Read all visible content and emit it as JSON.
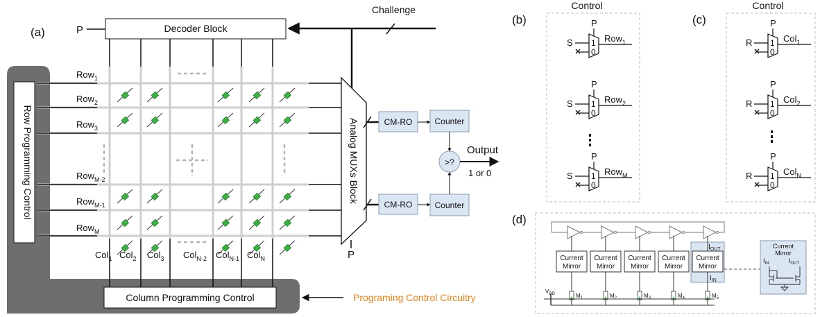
{
  "colors": {
    "accent": "#e8821a",
    "block_fill": "#dbe6f3",
    "control_band": "#6e6e6e",
    "cell_device": "#3cb043"
  },
  "panel_a": {
    "label": "(a)",
    "p_top": "P",
    "p_bottom": "P",
    "decoder": "Decoder Block",
    "challenge": "Challenge",
    "row_prog": "Row Programming Control",
    "col_prog": "Column Programming Control",
    "prog_circuitry": "Programing Control Circuitry",
    "mux": "Analog MUXs Block",
    "cmro_top": "CM-RO",
    "cmro_bottom": "CM-RO",
    "counter_top": "Counter",
    "counter_bottom": "Counter",
    "compare": ">?",
    "output": "Output",
    "output_value": "1 or 0",
    "rows": [
      {
        "base": "Row",
        "sub": "1"
      },
      {
        "base": "Row",
        "sub": "2"
      },
      {
        "base": "Row",
        "sub": "3"
      },
      {
        "base": "Row",
        "sub": "M-2"
      },
      {
        "base": "Row",
        "sub": "M-1"
      },
      {
        "base": "Row",
        "sub": "M"
      }
    ],
    "cols": [
      {
        "base": "Col",
        "sub": "1"
      },
      {
        "base": "Col",
        "sub": "2"
      },
      {
        "base": "Col",
        "sub": "3"
      },
      {
        "base": "Col",
        "sub": "N-2"
      },
      {
        "base": "Col",
        "sub": "N-1"
      },
      {
        "base": "Col",
        "sub": "N"
      }
    ]
  },
  "panel_b": {
    "label": "(b)",
    "control": "Control",
    "p": "P",
    "input": "S",
    "one": "1",
    "zero": "0",
    "outputs": [
      {
        "base": "Row",
        "sub": "1"
      },
      {
        "base": "Row",
        "sub": "2"
      },
      {
        "base": "Row",
        "sub": "M"
      }
    ]
  },
  "panel_c": {
    "label": "(c)",
    "control": "Control",
    "p": "P",
    "input": "R",
    "one": "1",
    "zero": "0",
    "outputs": [
      {
        "base": "Col",
        "sub": "1"
      },
      {
        "base": "Col",
        "sub": "2"
      },
      {
        "base": "Col",
        "sub": "N"
      }
    ]
  },
  "panel_d": {
    "label": "(d)",
    "mirror_line1": "Current",
    "mirror_line2": "Mirror",
    "vdd_base": "V",
    "vdd_sub": "DD",
    "iout_base": "I",
    "iout_sub": "OUT",
    "iin_base": "I",
    "iin_sub": "IN",
    "transistors": [
      {
        "base": "M",
        "sub": "1"
      },
      {
        "base": "M",
        "sub": "2"
      },
      {
        "base": "M",
        "sub": "3"
      },
      {
        "base": "M",
        "sub": "4"
      },
      {
        "base": "M",
        "sub": "5"
      }
    ],
    "detail_title_line1": "Current",
    "detail_title_line2": "Mirror"
  }
}
